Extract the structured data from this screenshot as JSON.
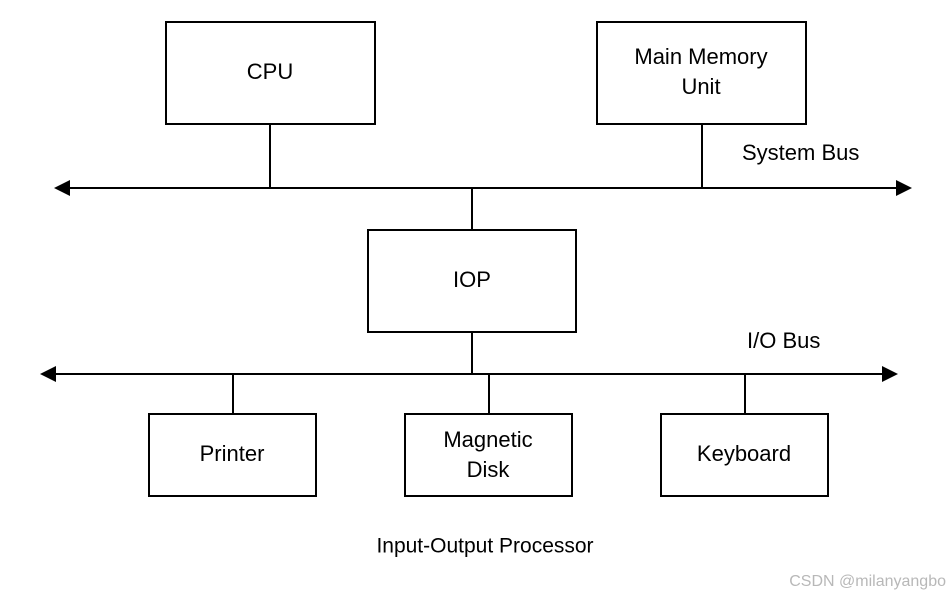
{
  "nodes": {
    "cpu": {
      "lines": [
        "CPU"
      ]
    },
    "main_memory": {
      "lines": [
        "Main Memory",
        "Unit"
      ]
    },
    "iop": {
      "lines": [
        "IOP"
      ]
    },
    "printer": {
      "lines": [
        "Printer"
      ]
    },
    "magnetic_disk": {
      "lines": [
        "Magnetic",
        "Disk"
      ]
    },
    "keyboard": {
      "lines": [
        "Keyboard"
      ]
    }
  },
  "buses": {
    "system_bus": {
      "label": "System Bus"
    },
    "io_bus": {
      "label": "I/O Bus"
    }
  },
  "caption": "Input-Output Processor",
  "watermark": "CSDN @milanyangbo"
}
